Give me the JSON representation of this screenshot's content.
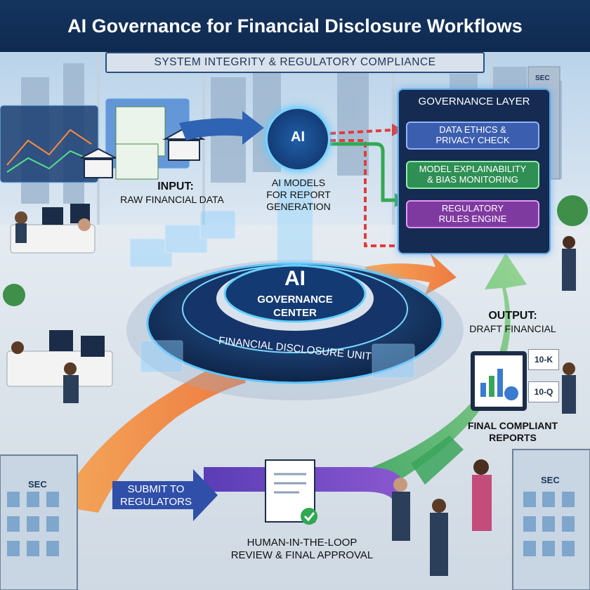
{
  "title": "AI Governance for Financial Disclosure Workflows",
  "subtitle": "SYSTEM INTEGRITY & REGULATORY COMPLIANCE",
  "input": {
    "heading": "INPUT:",
    "detail": "RAW FINANCIAL DATA"
  },
  "ai_models": {
    "badge": "AI",
    "line1": "AI MODELS",
    "line2": "FOR REPORT",
    "line3": "GENERATION"
  },
  "governance": {
    "title": "GOVERNANCE LAYER",
    "items": [
      {
        "line1": "DATA ETHICS &",
        "line2": "PRIVACY CHECK"
      },
      {
        "line1": "MODEL EXPLAINABILITY",
        "line2": "& BIAS MONITORING"
      },
      {
        "line1": "REGULATORY",
        "line2": "RULES ENGINE"
      }
    ]
  },
  "center": {
    "line1": "AI",
    "line2": "GOVERNANCE",
    "line3": "CENTER",
    "ring": "FINANCIAL DISCLOSURE UNIT"
  },
  "output": {
    "heading": "OUTPUT:",
    "detail": "DRAFT FINANCIAL",
    "final_line1": "FINAL COMPLIANT",
    "final_line2": "REPORTS",
    "doc1": "10-K",
    "doc2": "10-Q"
  },
  "submit": {
    "line1": "SUBMIT TO",
    "line2": "REGULATORS"
  },
  "review": {
    "line1": "HUMAN-IN-THE-LOOP",
    "line2": "REVIEW & FINAL APPROVAL"
  },
  "buildings": {
    "left": "SEC",
    "right": "SEC",
    "top_right": "SEC"
  },
  "colors": {
    "navy": "#14345f",
    "blue_arrow": "#2f63b3",
    "red_flow": "#e23b3b",
    "green_flow": "#34a853",
    "purple_flow": "#6a3cb5",
    "orange_flow": "#f28c38"
  }
}
